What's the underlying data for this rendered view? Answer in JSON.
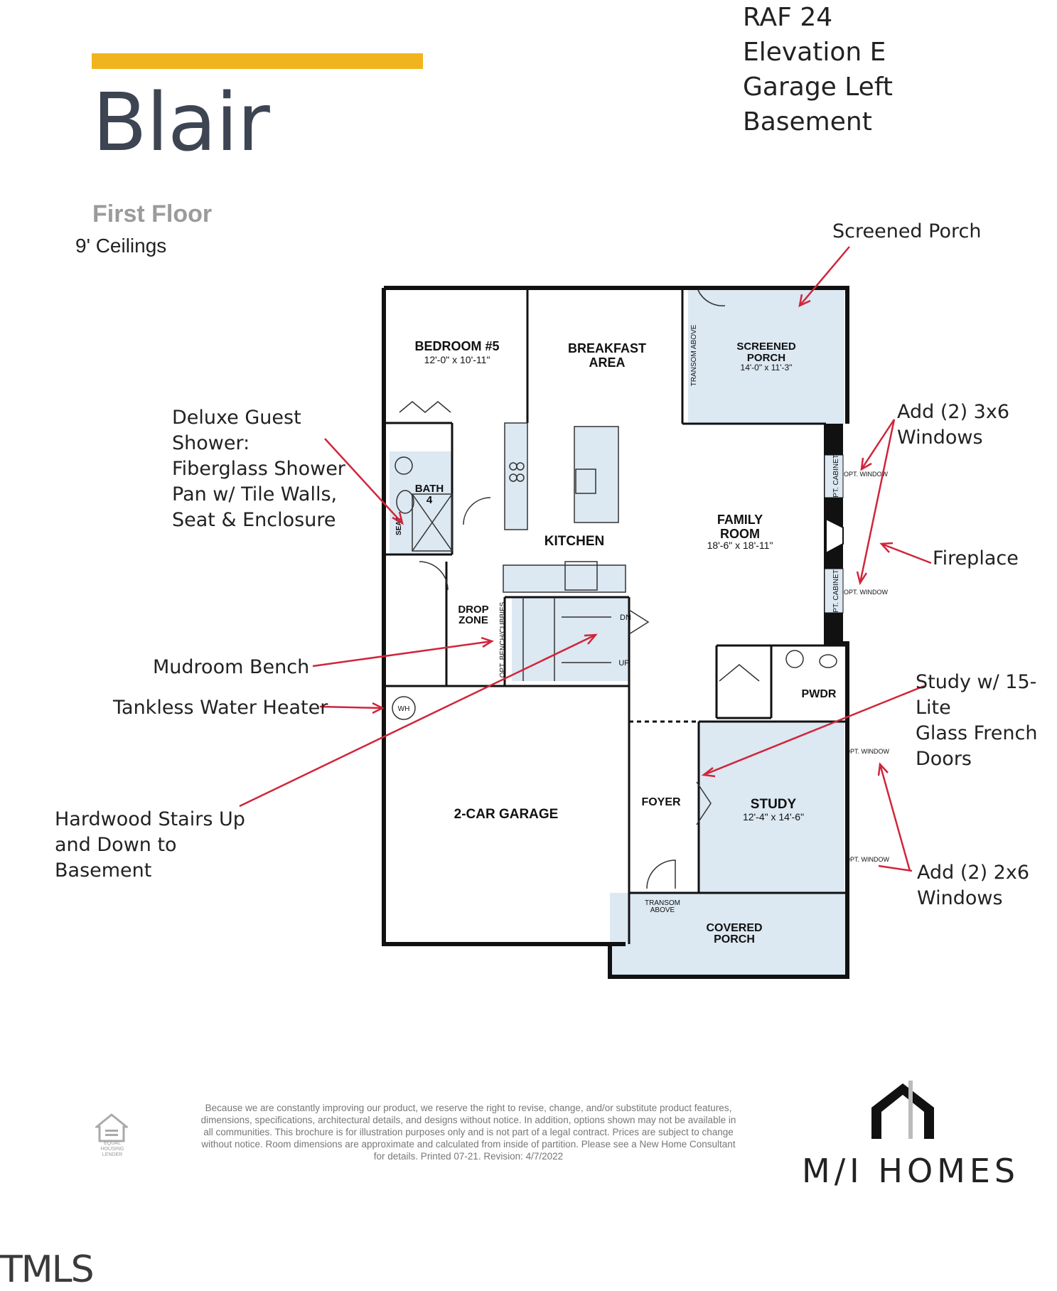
{
  "title": "Blair",
  "floor_label": "First Floor",
  "ceiling_label": "9' Ceilings",
  "plan_info": [
    "RAF 24",
    "Elevation E",
    "Garage Left",
    "Basement"
  ],
  "rooms": {
    "bedroom5": {
      "name": "BEDROOM #5",
      "dims": "12'-0\" x 10'-11\""
    },
    "breakfast": {
      "line1": "BREAKFAST",
      "line2": "AREA"
    },
    "screened_porch": {
      "line1": "SCREENED",
      "line2": "PORCH",
      "dims": "14'-0\" x 11'-3\""
    },
    "transom_porch": "TRANSOM ABOVE",
    "bath4": {
      "line1": "BATH",
      "line2": "4"
    },
    "seat": "SEAT",
    "kitchen": "KITCHEN",
    "family": {
      "line1": "FAMILY",
      "line2": "ROOM",
      "dims": "18'-6\" x 18'-11\""
    },
    "opt_cabinets": "OPT. CABINETS",
    "opt_window": "OPT. WINDOW",
    "drop_zone": {
      "line1": "DROP",
      "line2": "ZONE"
    },
    "opt_bench": "OPT. BENCH/CUBBIES",
    "dn": "DN",
    "up": "UP",
    "pwdr": "PWDR",
    "wh": "WH",
    "garage": "2-CAR GARAGE",
    "foyer": "FOYER",
    "study": {
      "name": "STUDY",
      "dims": "12'-4\" x 14'-6\""
    },
    "transom_foyer": {
      "line1": "TRANSOM",
      "line2": "ABOVE"
    },
    "covered_porch": {
      "line1": "COVERED",
      "line2": "PORCH"
    }
  },
  "notes": {
    "screened_porch": "Screened Porch",
    "add_3x6": [
      "Add (2) 3x6",
      "Windows"
    ],
    "fireplace": "Fireplace",
    "deluxe_shower": [
      "Deluxe Guest",
      "Shower:",
      "Fiberglass Shower",
      "Pan w/ Tile Walls,",
      "Seat & Enclosure"
    ],
    "mudroom": "Mudroom Bench",
    "water_heater": "Tankless Water Heater",
    "study_doors": [
      "Study w/ 15-Lite",
      "Glass French",
      "Doors"
    ],
    "stairs": [
      "Hardwood Stairs Up",
      "and Down to",
      "Basement"
    ],
    "add_2x6": [
      "Add (2) 2x6",
      "Windows"
    ]
  },
  "disclaimer": "Because we are constantly improving our product, we reserve the right to revise, change, and/or substitute product features, dimensions, specifications, architectural details, and designs without notice. In addition, options shown may not be available in all communities. This brochure is for illustration purposes only and is not part of a legal contract. Prices are subject to change without notice. Room dimensions are approximate and calculated from inside of partition. Please see a New Home Consultant for details. Printed 07-21. Revision: 4/7/2022",
  "eho_text": "EQUAL HOUSING LENDER",
  "brand": "M/I HOMES",
  "watermark": "TMLS",
  "colors": {
    "accent": "#f0b51e",
    "title": "#3d4452",
    "room_fill": "#dce8f2",
    "arrow": "#d0253a"
  }
}
